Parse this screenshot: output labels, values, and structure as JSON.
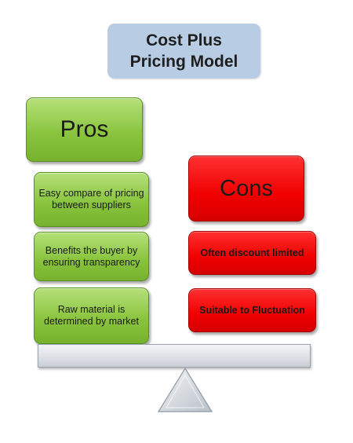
{
  "title": {
    "line1": "Cost Plus",
    "line2": "Pricing Model"
  },
  "pros": {
    "heading": "Pros",
    "items": [
      "Easy compare of pricing between suppliers",
      "Benefits the buyer by ensuring transparency",
      "Raw material is determined by market"
    ]
  },
  "cons": {
    "heading": "Cons",
    "items": [
      "Often discount limited",
      "Suitable to Fluctuation"
    ]
  },
  "colors": {
    "title_bg": "#b8cce4",
    "pros_green": "#8bc53f",
    "cons_red": "#f00000",
    "beam_grey": "#dfe3e8"
  },
  "icons": {
    "beam": "balance-beam",
    "fulcrum": "triangle-fulcrum"
  }
}
